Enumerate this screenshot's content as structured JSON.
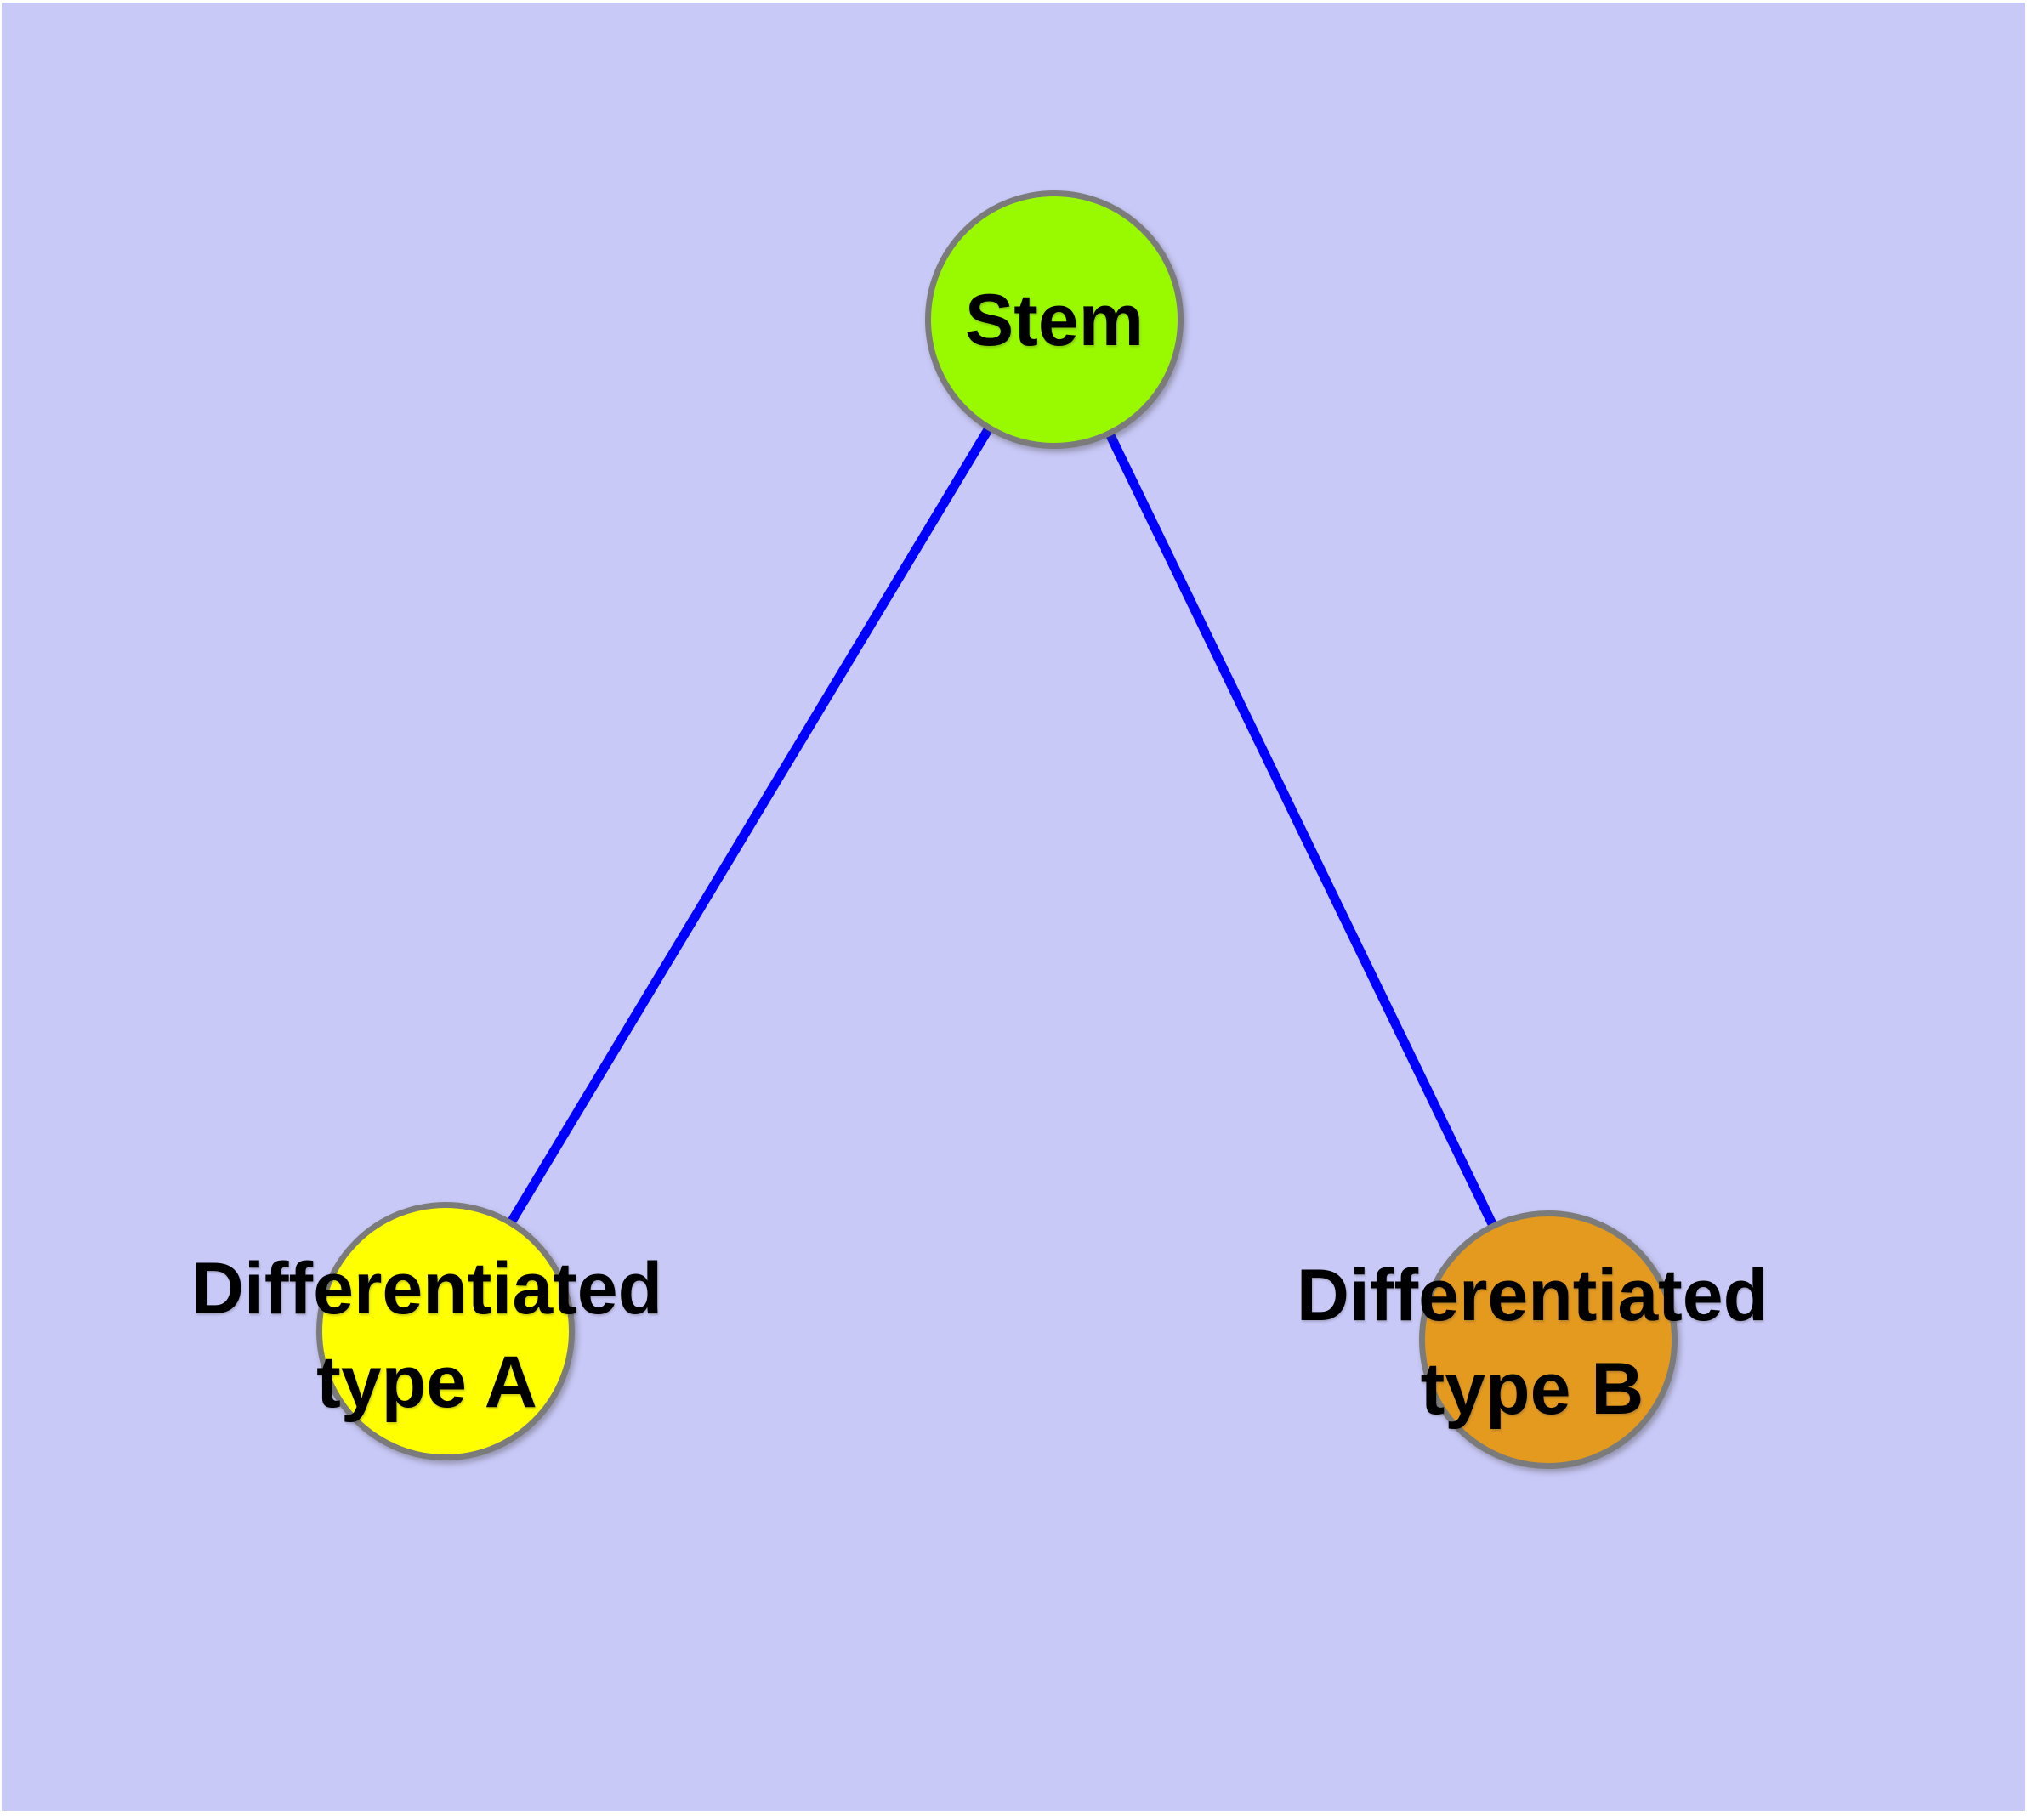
{
  "colors": {
    "background": "#C9C9F8",
    "frame": "#FFFFFF",
    "edge": "#0000FF",
    "node_border": "#7B7B7B",
    "node_stem": "#99FA00",
    "node_type_a": "#FFFF00",
    "node_type_b": "#E49A1E",
    "text": "#000000"
  },
  "graph": {
    "nodes": [
      {
        "id": "stem",
        "label": "Stem",
        "fill": "#99FA00",
        "shape": "circle"
      },
      {
        "id": "type-a",
        "label_lines": [
          "Differentiated",
          "type A"
        ],
        "fill": "#FFFF00",
        "shape": "circle"
      },
      {
        "id": "type-b",
        "label_lines": [
          "Differentiated",
          "type B"
        ],
        "fill": "#E49A1E",
        "shape": "circle"
      }
    ],
    "edges": [
      {
        "from": "stem",
        "to": "type-a",
        "color": "#0000FF"
      },
      {
        "from": "stem",
        "to": "type-b",
        "color": "#0000FF"
      }
    ]
  }
}
